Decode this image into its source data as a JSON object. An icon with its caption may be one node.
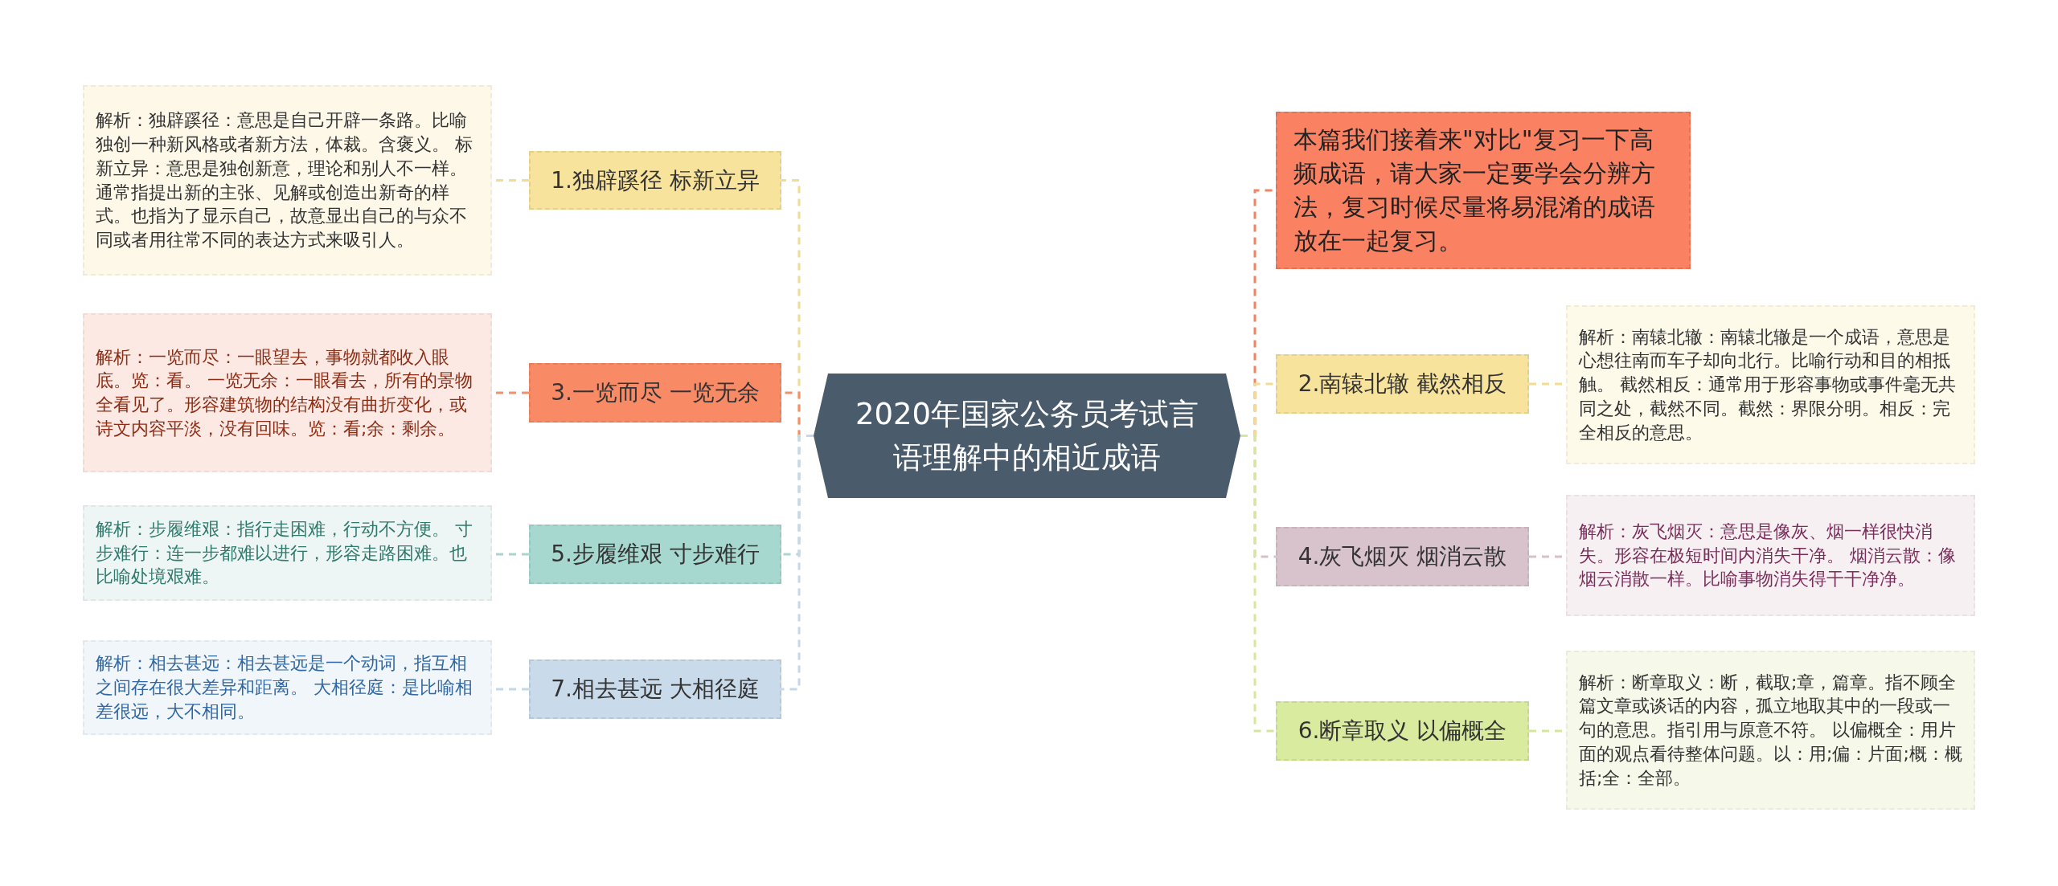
{
  "diagram": {
    "nodes": [
      {
        "text": [
          "2020年国家公务员考试言语理解中的相近成语"
        ]
      },
      {
        "text": [
          "1.独辟蹊径 标新立异"
        ]
      },
      {
        "text": [
          "解析：独辟蹊径：意思是自己开辟一条路。比喻独创一种新风格或者新方法，体裁。含褒义。 标新立异：意思是独创新意，理论和别人不一样。通常指提出新的主张、见解或创造出新奇的样式。也指为了显示自己，故意显出自己的与众不同或者用往常不同的表达方式来吸引人。"
        ]
      },
      {
        "text": [
          "3.一览而尽 一览无余"
        ]
      },
      {
        "text": [
          "解析：一览而尽：一眼望去，事物就都收入眼底。览：看。 一览无余：一眼看去，所有的景物全看见了。形容建筑物的结构没有曲折变化，或诗文内容平淡，没有回味。览：看;余：剩余。"
        ]
      },
      {
        "text": [
          "5.步履维艰 寸步难行"
        ]
      },
      {
        "text": [
          "解析：步履维艰：指行走困难，行动不方便。 寸步难行：连一步都难以进行，形容走路困难。也比喻处境艰难。"
        ]
      },
      {
        "text": [
          "7.相去甚远 大相径庭"
        ]
      },
      {
        "text": [
          "解析：相去甚远：相去甚远是一个动词，指互相之间存在很大差异和距离。 大相径庭：是比喻相差很远，大不相同。"
        ]
      },
      {
        "text": [
          "本篇我们接着来\"对比\"复习一下高频成语，请大家一定要学会分辨方法，复习时候尽量将易混淆的成语放在一起复习。"
        ]
      },
      {
        "text": [
          "2.南辕北辙 截然相反"
        ]
      },
      {
        "text": [
          "解析：南辕北辙：南辕北辙是一个成语，意思是心想往南而车子却向北行。比喻行动和目的相抵触。 截然相反：通常用于形容事物或事件毫无共同之处，截然不同。截然：界限分明。相反：完全相反的意思。"
        ]
      },
      {
        "text": [
          "4.灰飞烟灭 烟消云散"
        ]
      },
      {
        "text": [
          "解析：灰飞烟灭：意思是像灰、烟一样很快消失。形容在极短时间内消失干净。 烟消云散：像烟云消散一样。比喻事物消失得干干净净。"
        ]
      },
      {
        "text": [
          "6.断章取义 以偏概全"
        ]
      },
      {
        "text": [
          "解析：断章取义：断，截取;章，篇章。指不顾全篇文章或谈话的内容，孤立地取其中的一段或一句的意思。指引用与原意不符。 以偏概全：用片面的观点看待整体问题。以：用;偏：片面;概：概括;全：全部。"
        ]
      }
    ],
    "edges": [
      {
        "from": 0,
        "to": 1,
        "arrow": "none",
        "style": "dashed",
        "color": "#f2dc94"
      },
      {
        "from": 1,
        "to": 2,
        "arrow": "none",
        "style": "dashed",
        "color": "#f2dc94"
      },
      {
        "from": 0,
        "to": 3,
        "arrow": "none",
        "style": "dashed",
        "color": "#f2906c"
      },
      {
        "from": 3,
        "to": 4,
        "arrow": "none",
        "style": "dashed",
        "color": "#f2906c"
      },
      {
        "from": 0,
        "to": 5,
        "arrow": "none",
        "style": "dashed",
        "color": "#a9d6cf"
      },
      {
        "from": 5,
        "to": 6,
        "arrow": "none",
        "style": "dashed",
        "color": "#a9d6cf"
      },
      {
        "from": 0,
        "to": 7,
        "arrow": "none",
        "style": "dashed",
        "color": "#c5d8ea"
      },
      {
        "from": 7,
        "to": 8,
        "arrow": "none",
        "style": "dashed",
        "color": "#c5d8ea"
      },
      {
        "from": 0,
        "to": 9,
        "arrow": "none",
        "style": "dashed",
        "color": "#f2835f"
      },
      {
        "from": 0,
        "to": 10,
        "arrow": "none",
        "style": "dashed",
        "color": "#f2dc94"
      },
      {
        "from": 10,
        "to": 11,
        "arrow": "none",
        "style": "dashed",
        "color": "#f2dc94"
      },
      {
        "from": 0,
        "to": 12,
        "arrow": "none",
        "style": "dashed",
        "color": "#d5c1cb"
      },
      {
        "from": 12,
        "to": 13,
        "arrow": "none",
        "style": "dashed",
        "color": "#d5c1cb"
      },
      {
        "from": 0,
        "to": 14,
        "arrow": "none",
        "style": "dashed",
        "color": "#d5e79c"
      },
      {
        "from": 14,
        "to": 15,
        "arrow": "none",
        "style": "dashed",
        "color": "#d5e79c"
      }
    ]
  }
}
